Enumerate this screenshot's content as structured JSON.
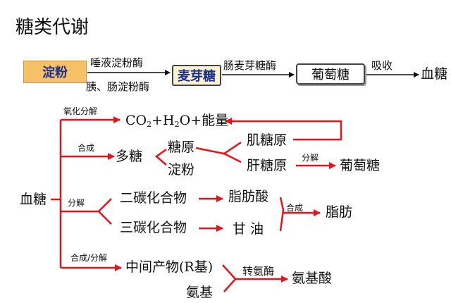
{
  "title": "糖类代谢",
  "digestion": {
    "starch": "淀粉",
    "enzyme_saliva": "唾液淀粉酶",
    "enzyme_pancreas": "胰、肠淀粉酶",
    "maltose": "麦芽糖",
    "enzyme_maltase": "肠麦芽糖酶",
    "glucose": "葡萄糖",
    "absorb": "吸收",
    "blood_sugar": "血糖"
  },
  "metabolism": {
    "blood_sugar": "血糖",
    "oxidize_label": "氧化分解",
    "co2": "CO",
    "co2_sub": "2",
    "plus_h": "+H",
    "h2o_sub": "2",
    "o_energy": "O+能量",
    "synth_label": "合成",
    "polysaccharide": "多糖",
    "glycogen": "糖原",
    "starch": "淀粉",
    "muscle_glycogen": "肌糖原",
    "liver_glycogen": "肝糖原",
    "decomp_label_liver": "分解",
    "glucose": "葡萄糖",
    "decomp_label": "分解",
    "dicarbon": "二碳化合物",
    "tricarbon": "三碳化合物",
    "fatty_acid": "脂肪酸",
    "glycerol": "甘  油",
    "synth_fat_label": "合成",
    "fat": "脂肪",
    "synth_decomp_label": "合成/分解",
    "intermediate": "中间产物(R基)",
    "amino_group": "氨基",
    "transaminase": "转氨酶",
    "amino_acid": "氨基酸"
  },
  "colors": {
    "arrow": "#e8121b",
    "black": "#111111"
  }
}
